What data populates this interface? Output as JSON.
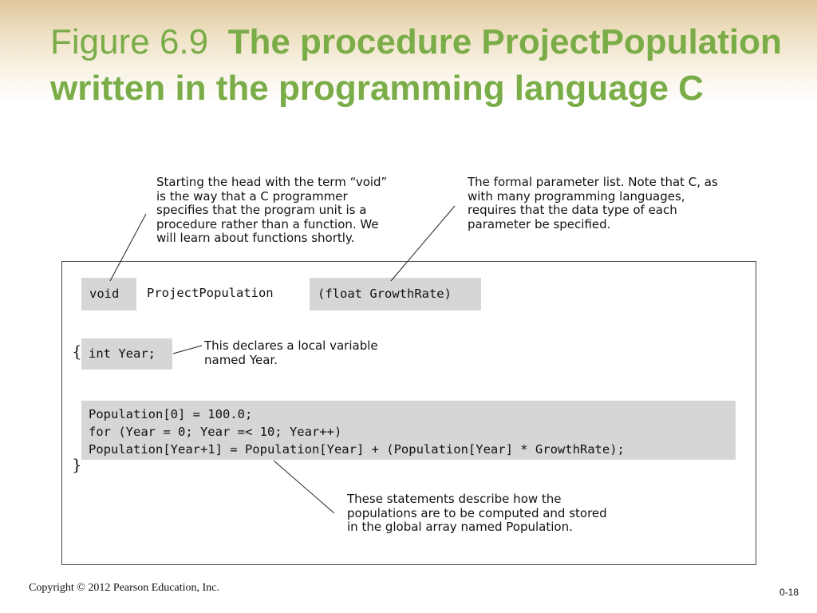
{
  "title": {
    "figure_label": "Figure 6.9",
    "caption": "The procedure ProjectPopulation written in the programming language C"
  },
  "annotations": {
    "void_note": "Starting the head with the term “void” is the way that a C programmer specifies that the program unit is a procedure rather than a function. We will learn about functions shortly.",
    "param_note": "The formal parameter list. Note that C, as with many programming languages, requires that the data type of each parameter be specified.",
    "local_note": "This declares a local variable named Year.",
    "statements_note": "These statements describe how the populations are to be computed and stored in the global array named Population."
  },
  "code": {
    "void_keyword": "void",
    "procedure_name": "ProjectPopulation",
    "parameter_list": "(float GrowthRate)",
    "open_brace": "{",
    "local_declaration": "int Year;",
    "statements": [
      "Population[0] = 100.0;",
      "for (Year = 0; Year =< 10; Year++)",
      "Population[Year+1] = Population[Year] + (Population[Year] * GrowthRate);"
    ],
    "close_brace": "}"
  },
  "footer": {
    "copyright": "Copyright © 2012 Pearson Education, Inc.",
    "slide_number": "0-18"
  },
  "colors": {
    "title_green": "#7aad48",
    "code_highlight": "#d6d6d6"
  }
}
